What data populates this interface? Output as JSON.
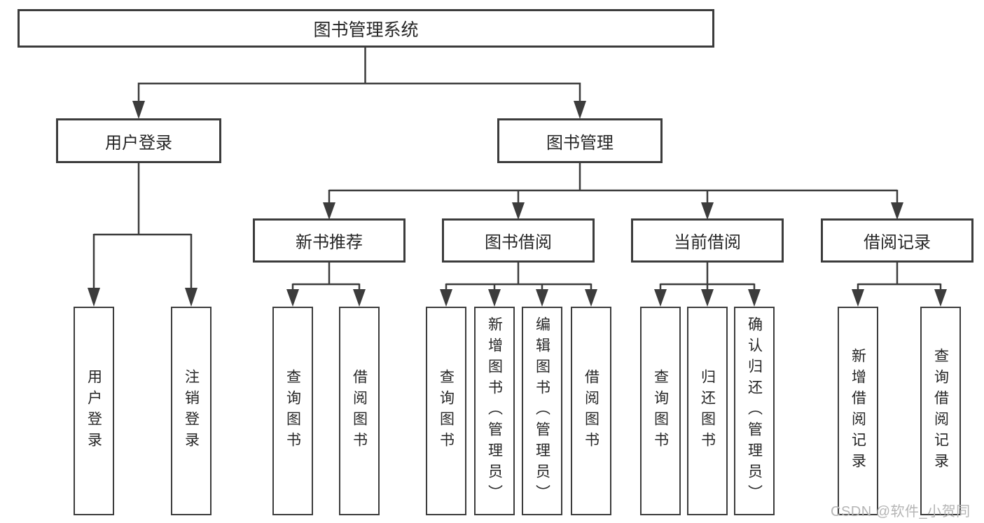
{
  "tree": {
    "root": "图书管理系统",
    "level1": {
      "user_login": "用户登录",
      "book_mgmt": "图书管理"
    },
    "level2": {
      "new_books": "新书推荐",
      "book_borrow": "图书借阅",
      "current_borrow": "当前借阅",
      "borrow_records": "借阅记录"
    },
    "leaves": {
      "user_login": [
        "用户登录",
        "注销登录"
      ],
      "new_books": [
        "查询图书",
        "借阅图书"
      ],
      "book_borrow": [
        "查询图书",
        "新增图书（管理员）",
        "编辑图书（管理员）",
        "借阅图书"
      ],
      "current_borrow": [
        "查询图书",
        "归还图书",
        "确认归还（管理员）"
      ],
      "borrow_records": [
        "新增借阅记录",
        "查询借阅记录"
      ]
    }
  },
  "watermark": "CSDN @软件_小贺同学",
  "colors": {
    "line": "#3c3c3c",
    "text": "#262626",
    "background": "#ffffff",
    "watermark": "#b5b5b5"
  }
}
